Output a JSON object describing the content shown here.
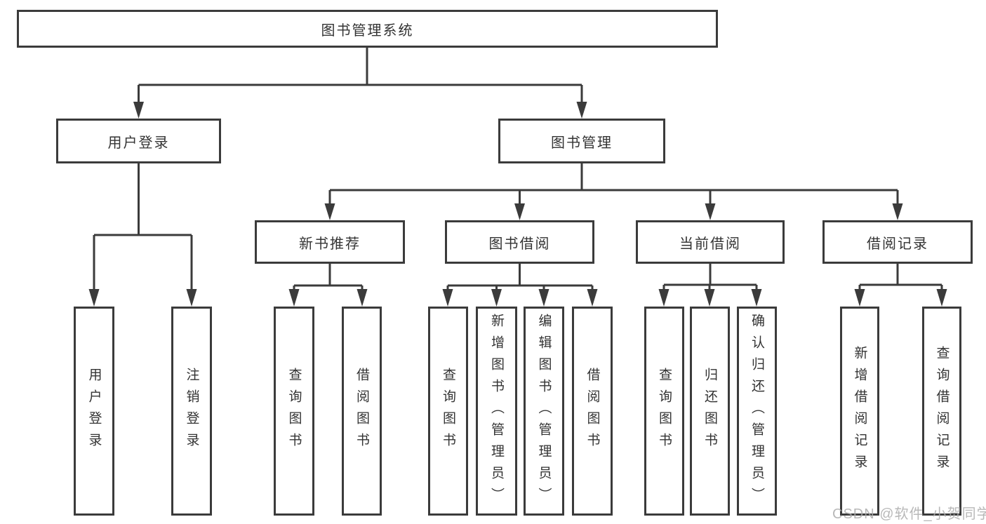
{
  "title": "图书管理系统",
  "watermark": "CSDN @软件_小贺同学",
  "colors": {
    "line": "#3b3b3b",
    "text": "#333333",
    "background": "#ffffff",
    "watermark": "#acacac"
  },
  "nodes": {
    "root": "图书管理系统",
    "user_login": "用户登录",
    "book_management": "图书管理",
    "new_book_recommend": "新书推荐",
    "book_borrow": "图书借阅",
    "current_borrow": "当前借阅",
    "borrow_records": "借阅记录"
  },
  "leaves": {
    "user_login": [
      "用户登录",
      "注销登录"
    ],
    "new_book_recommend": [
      "查询图书",
      "借阅图书"
    ],
    "book_borrow": [
      "查询图书",
      "新增图书（管理员）",
      "编辑图书（管理员）",
      "借阅图书"
    ],
    "current_borrow": [
      "查询图书",
      "归还图书",
      "确认归还（管理员）"
    ],
    "borrow_records": [
      "新增借阅记录",
      "查询借阅记录"
    ]
  }
}
